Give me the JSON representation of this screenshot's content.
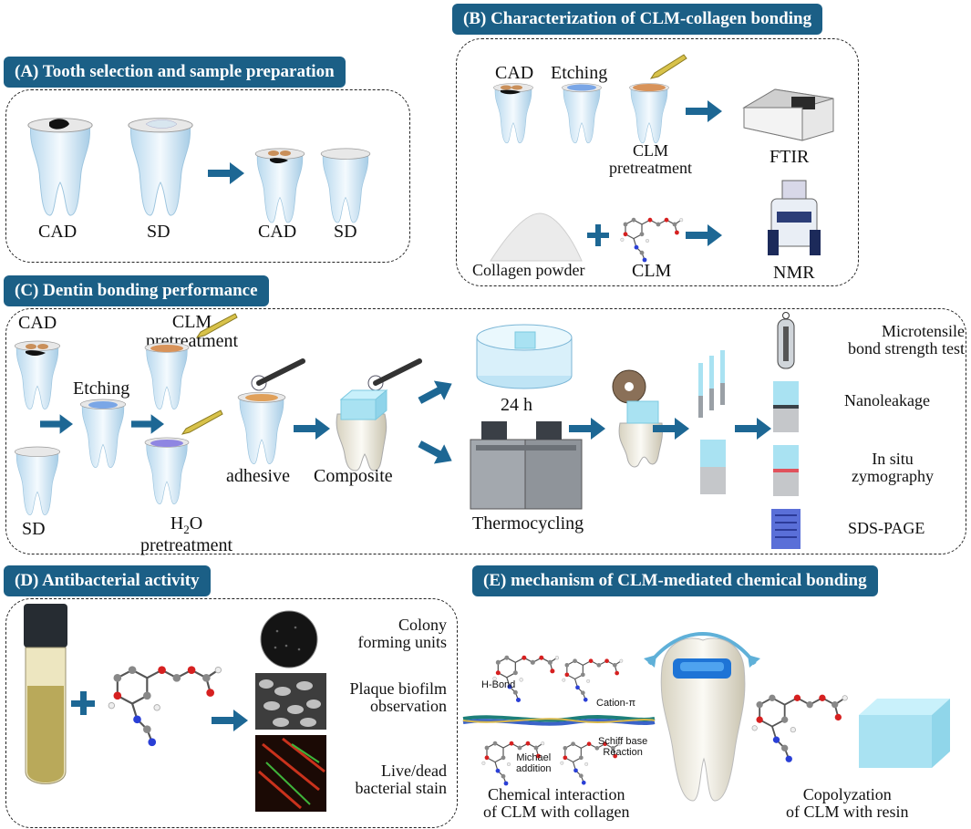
{
  "panels": {
    "a": {
      "title": "(A) Tooth selection and sample preparation",
      "labels": [
        "CAD",
        "SD",
        "CAD",
        "SD"
      ]
    },
    "b": {
      "title": "(B) Characterization of CLM-collagen bonding",
      "cad": "CAD",
      "etching": "Etching",
      "clm_pre_1": "CLM",
      "clm_pre_2": "pretreatment",
      "ftir": "FTIR",
      "collagen": "Collagen powder",
      "clm": "CLM",
      "nmr": "NMR"
    },
    "c": {
      "title": "(C) Dentin bonding performance",
      "cad": "CAD",
      "sd": "SD",
      "etching": "Etching",
      "clm_pre_1": "CLM",
      "clm_pre_2": "pretreatment",
      "h2o_pre_1": "H",
      "h2o_sub": "2",
      "h2o_pre_2": "O",
      "h2o_pre_3": "pretreatment",
      "adhesive": "adhesive",
      "composite": "Composite",
      "h24": "24 h",
      "thermo": "Thermocycling",
      "results": [
        {
          "l1": "Microtensile",
          "l2": "bond strength test"
        },
        {
          "l1": "Nanoleakage",
          "l2": ""
        },
        {
          "l1": "In situ",
          "l2": "zymography"
        },
        {
          "l1": "SDS-PAGE",
          "l2": ""
        }
      ]
    },
    "d": {
      "title": "(D) Antibacterial activity",
      "results": [
        {
          "l1": "Colony",
          "l2": "forming units"
        },
        {
          "l1": "Plaque biofilm",
          "l2": "observation"
        },
        {
          "l1": "Live/dead",
          "l2": "bacterial stain"
        }
      ]
    },
    "e": {
      "title": "(E) mechanism of CLM-mediated chemical bonding",
      "h_bond": "H-Bond",
      "cation_pi": "Cation-π",
      "schiff_1": "Schiff base",
      "schiff_2": "Reaction",
      "michael_1": "Michael",
      "michael_2": "addition",
      "chem_1": "Chemical interaction",
      "chem_2": "of CLM with collagen",
      "copol_1": "Copolyzation",
      "copol_2": "of CLM with resin"
    }
  },
  "colors": {
    "header": "#1b5f86",
    "arrow": "#1d6794",
    "tooth": "#c9e3f3",
    "composite": "#a9e2f2"
  }
}
